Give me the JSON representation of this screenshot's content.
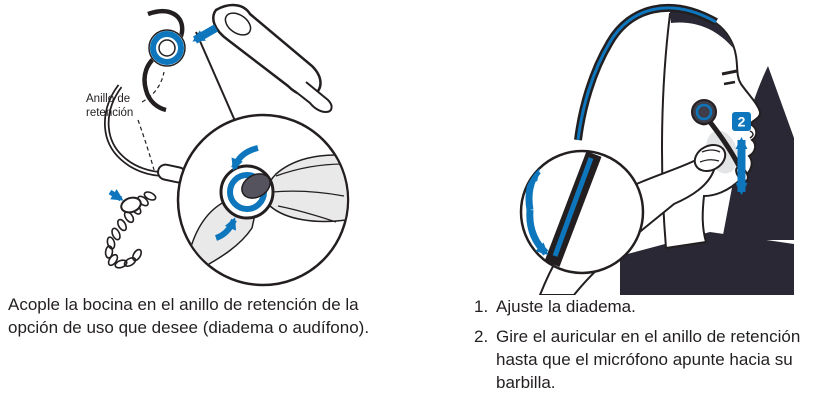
{
  "page": {
    "type": "headset-user-guide-illustration",
    "background_color": "#ffffff",
    "ink_color": "#231f20",
    "accent_color": "#0e76bc",
    "shade_color": "#e9e9ea"
  },
  "left_panel": {
    "ring_label": "Anillo de retención",
    "caption": "Acople la bocina en el anillo de retención de la opción de uso que desee (diadema o audífono).",
    "figure_icons": [
      "blue-direction-arrow",
      "magnified-detail-circle",
      "retention-ring",
      "ear-hook",
      "headband",
      "neck-cord",
      "headset-body"
    ]
  },
  "right_panel": {
    "figure_step_badge": "2",
    "figure_icons": [
      "blue-direction-arrow",
      "curved-adjust-arrow",
      "magnified-detail-circle",
      "headband-stripe",
      "head-profile"
    ],
    "steps": [
      {
        "number": "1.",
        "text": "Ajuste la diadema."
      },
      {
        "number": "2.",
        "text": "Gire el auricular en el anillo de retención hasta que el micrófono apunte hacia su barbilla."
      }
    ]
  }
}
